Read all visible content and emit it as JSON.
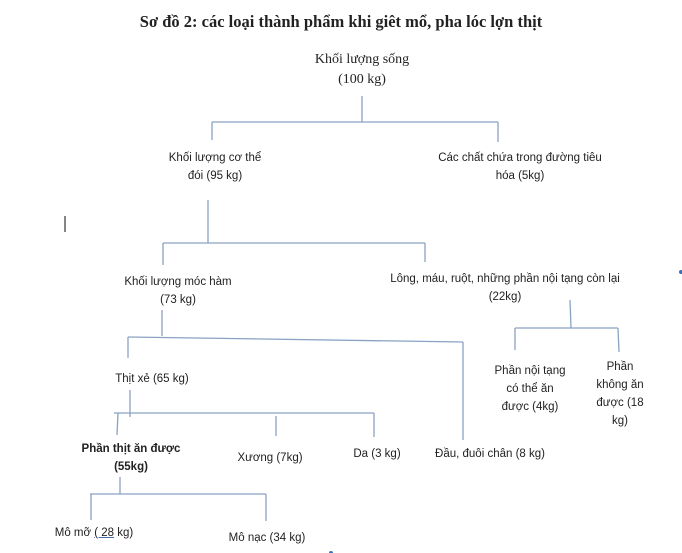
{
  "title": "Sơ đồ 2: các loại thành phẩm khi giêt mổ, pha lóc lợn thịt",
  "nodes": {
    "live": {
      "line1": "Khối lượng sống",
      "line2": "(100 kg)"
    },
    "body": {
      "line1": "Khối lượng cơ thể",
      "line2": "đói (95 kg)"
    },
    "digestive": {
      "line1": "Các chất chứa trong đường tiêu",
      "line2": "hóa (5kg)"
    },
    "carcass": {
      "line1": "Khối lượng móc hàm",
      "line2": "(73 kg)"
    },
    "offal": {
      "line1": "Lông, máu, ruột, những phần nội tạng còn lại",
      "line2": "(22kg)"
    },
    "split": {
      "line1": "Thịt xẻ (65 kg)"
    },
    "edible_organs": {
      "line1": "Phần nội tạng",
      "line2": "có thể ăn",
      "line3": "được (4kg)"
    },
    "inedible": {
      "line1": "Phần",
      "line2": "không ăn",
      "line3": "được (18",
      "line4": "kg)"
    },
    "edible_meat": {
      "line1": "Phần thịt ăn được",
      "line2": "(55kg)"
    },
    "bone": {
      "line1": "Xương (7kg)"
    },
    "skin": {
      "line1": "Da (3 kg)"
    },
    "head": {
      "line1": "Đầu, đuôi chân (8 kg)"
    },
    "fat": {
      "prefix": "Mô mỡ ",
      "underlined": "( 28",
      "suffix": " kg)"
    },
    "lean": {
      "line1": "Mô nạc (34 kg)"
    }
  },
  "colors": {
    "connector": "#8aa2c2",
    "text": "#222222"
  }
}
